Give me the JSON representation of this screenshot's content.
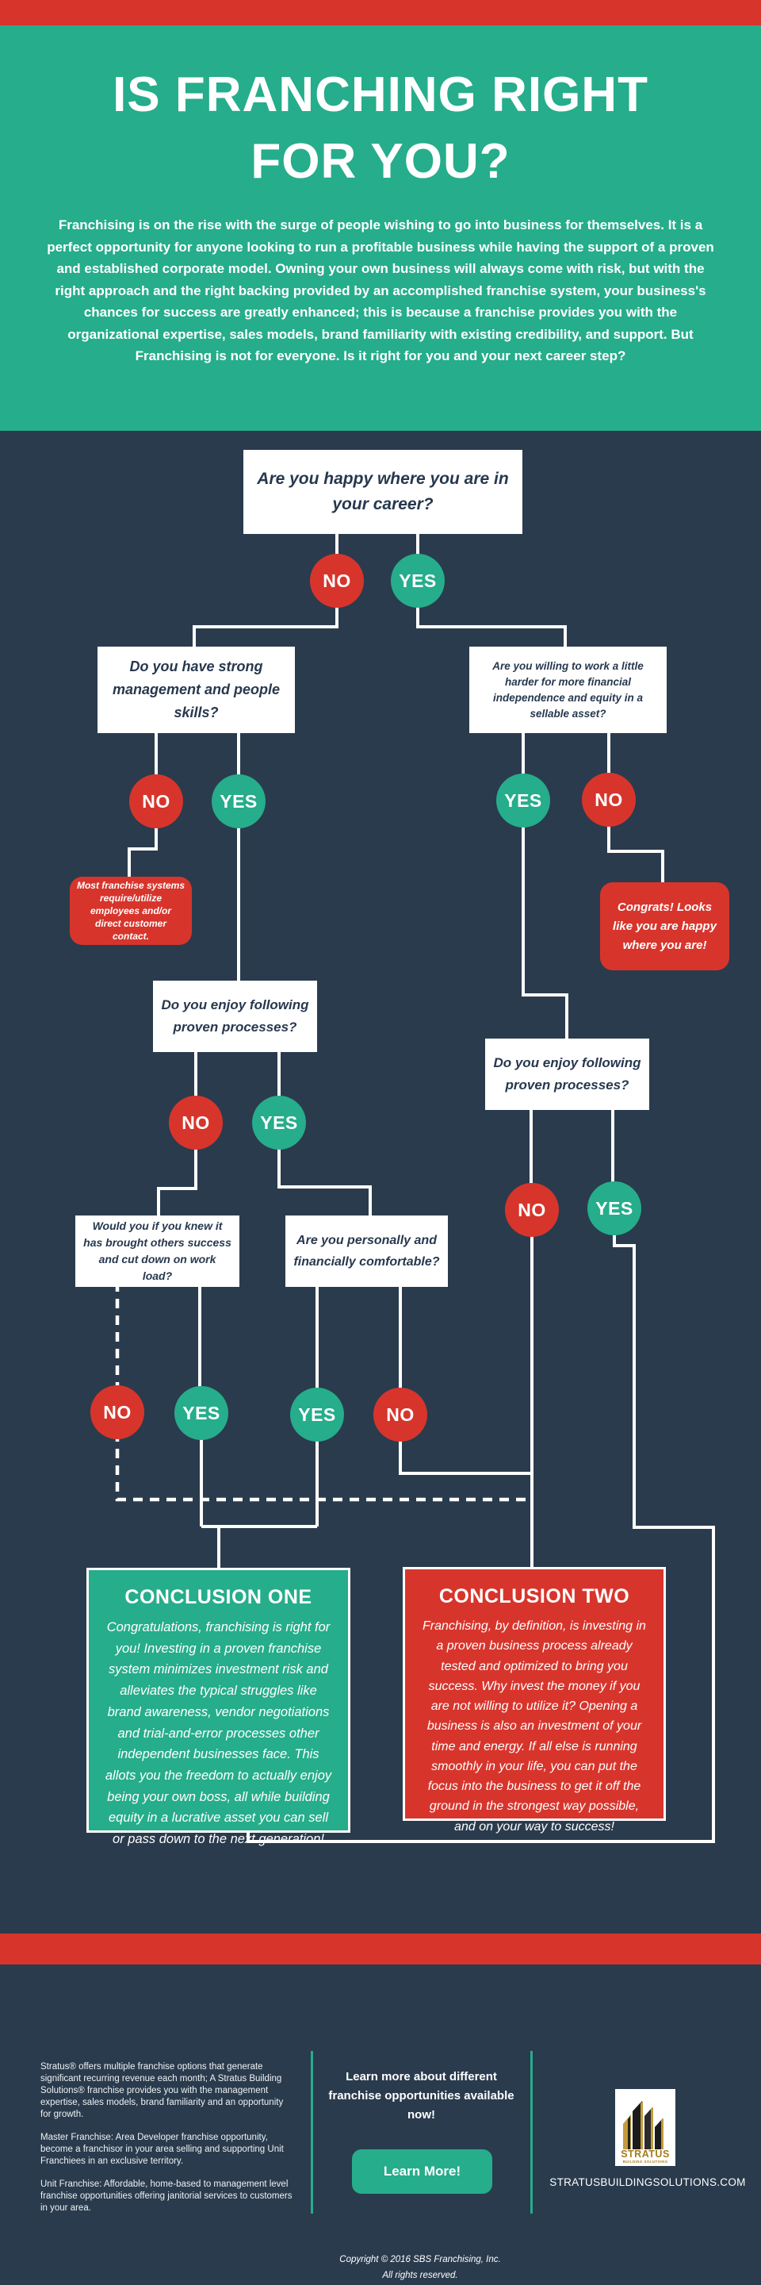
{
  "colors": {
    "background_navy": "#2A3B4D",
    "brand_green": "#26AD8B",
    "brand_red": "#D7352C",
    "box_text_navy": "#27384F",
    "white": "#FFFFFF",
    "logo_gold": "#A57C1B"
  },
  "header": {
    "title_line1": "IS FRANCHING RIGHT",
    "title_line2": "FOR YOU?",
    "intro": "Franchising is on the rise with the surge of people wishing to go into business for themselves. It is a perfect opportunity for anyone looking to run a profitable business while having the support of a proven and established corporate model. Owning your own business will always come with risk, but with the right approach and the right backing provided by an accomplished franchise system, your business's chances for success are greatly enhanced; this is because a franchise provides you with the organizational expertise, sales models, brand familiarity with existing credibility, and support. But Franchising is not for everyone. Is it right for you and your next career step?"
  },
  "labels": {
    "yes": "YES",
    "no": "NO"
  },
  "flow": {
    "q1": "Are you happy where you are in your career?",
    "q2_left": "Do you have strong management and people skills?",
    "q2_right": "Are you willing to work a little harder for more financial independence and equity in a sellable asset?",
    "note_left": "Most franchise systems require/utilize employees and/or direct customer contact.",
    "note_right": "Congrats! Looks like you are happy where you are!",
    "q3_left": "Do you enjoy following proven processes?",
    "q3_right": "Do you enjoy following proven processes?",
    "q4_left": "Would you if you knew it has brought others success and cut down on work load?",
    "q4_right": "Are you personally and financially comfortable?",
    "conclusion1": {
      "title": "CONCLUSION ONE",
      "body": "Congratulations, franchising is right for you! Investing in a proven franchise system minimizes investment risk and alleviates the typical struggles like brand awareness, vendor negotiations and trial-and-error processes other independent businesses face. This allots you the freedom to actually enjoy being your own boss, all while building equity in a lucrative asset you can sell or pass down to the next generation!"
    },
    "conclusion2": {
      "title": "CONCLUSION TWO",
      "body": "Franchising, by definition, is investing in a proven business process already tested and optimized to bring you success. Why invest the money if you are not willing to utilize it? Opening a business is also an investment of your time and energy. If all else is running smoothly in your life, you can put the focus into the business to get it off the ground in the strongest way possible, and on your way to success!"
    }
  },
  "footer": {
    "col1_para1": "Stratus® offers multiple franchise options that generate significant recurring revenue each month; A Stratus Building Solutions® franchise provides you with the management expertise, sales models, brand familiarity and an opportunity for growth.",
    "col1_para2": "Master Franchise: Area Developer franchise opportunity, become a franchisor in your area selling and supporting Unit Franchiees in an exclusive territory.",
    "col1_para3": "Unit Franchise: Affordable, home-based to management level franchise opportunities offering janitorial services to customers in your area.",
    "col2_text": "Learn more about different franchise opportunities available now!",
    "col2_button": "Learn More!",
    "col3_logo_title": "STRATUS",
    "col3_logo_subtitle": "BUILDING SOLUTIONS",
    "col3_url": "STRATUSBUILDINGSOLUTIONS.COM",
    "copyright_line1": "Copyright © 2016 SBS Franchising, Inc.",
    "copyright_line2": "All rights reserved."
  }
}
